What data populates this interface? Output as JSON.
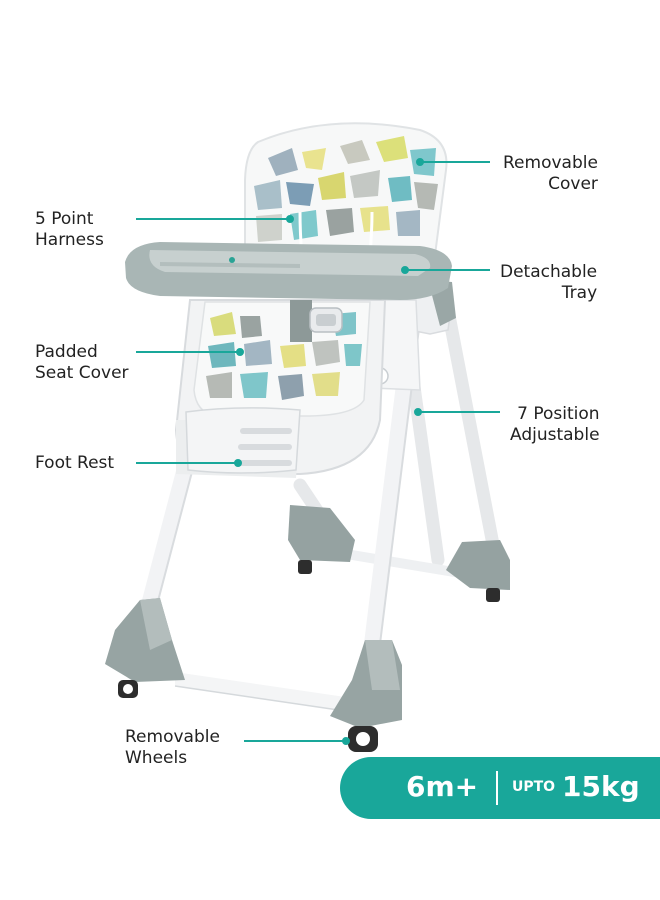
{
  "colors": {
    "accent": "#19a79a",
    "frame": "#f3f4f5",
    "grey_part": "#98a5a4",
    "tray": "#a9b6b5",
    "callout_line": "#19a79a"
  },
  "callouts": {
    "removable_cover": [
      "Removable",
      "Cover"
    ],
    "five_point_harness": [
      "5 Point",
      "Harness"
    ],
    "detachable_tray": [
      "Detachable",
      "Tray"
    ],
    "padded_seat_cover": [
      "Padded",
      "Seat Cover"
    ],
    "seven_position": [
      "7 Position",
      "Adjustable"
    ],
    "foot_rest": [
      "Foot Rest"
    ],
    "removable_wheels": [
      "Removable",
      "Wheels"
    ]
  },
  "badge": {
    "age": "6m+",
    "upto": "UPTO",
    "weight": "15kg"
  }
}
